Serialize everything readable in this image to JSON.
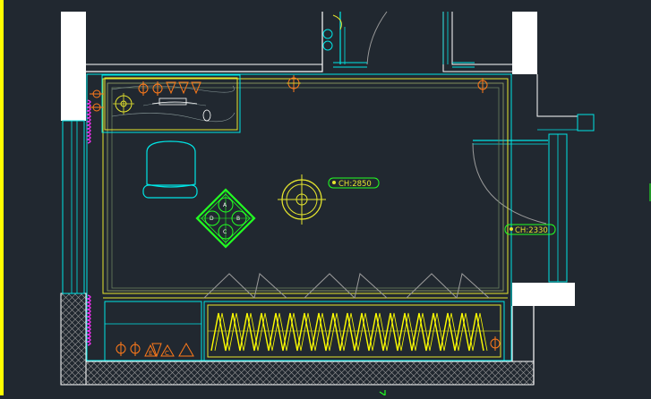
{
  "window": {
    "title": "CAD floor plan - ceiling layout",
    "background": "#212830"
  },
  "colors": {
    "wall": "#ffffff",
    "cyan": "#00e5e5",
    "yellow": "#e6e62e",
    "green": "#22ff22",
    "orange": "#ff7a1a",
    "magenta": "#ff33ff",
    "gray": "#9a9a9a",
    "bright_yellow": "#ffff00"
  },
  "annotations": {
    "ceiling_height_main": "CH:2850",
    "ceiling_height_side": "CH:2330"
  },
  "fixture_tags": {
    "top": "A",
    "left": "D",
    "right": "B",
    "bottom": "C"
  },
  "socket_labels": {
    "bottom_left": [
      "E",
      "C"
    ]
  },
  "icons": {
    "chandelier": "ceiling-light-icon",
    "downlight": "downlight-icon",
    "chair": "chair-icon",
    "outlet": "outlet-icon",
    "phone_socket": "phone-socket-icon"
  }
}
